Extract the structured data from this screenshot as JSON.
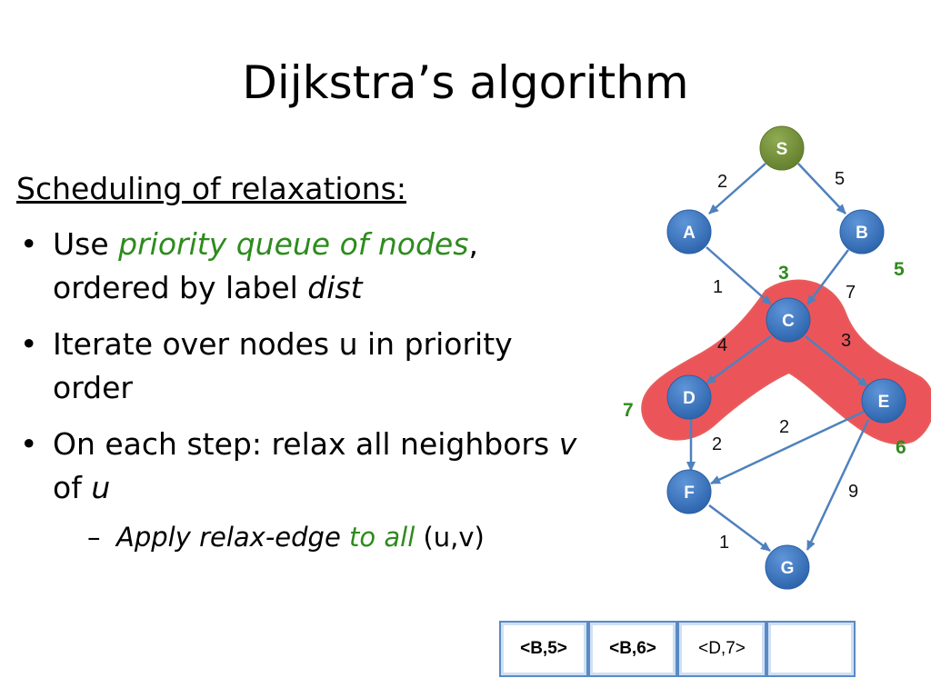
{
  "title": "Dijkstra’s algorithm",
  "heading": "Scheduling of relaxations:",
  "bullets": {
    "b1_prefix": "Use ",
    "b1_green": "priority queue of nodes",
    "b1_comma": ",",
    "b1_line2": "ordered by label ",
    "b1_dist": "dist",
    "b2": "Iterate over nodes u in priority order",
    "b3_prefix": "On each step: relax all neighbors ",
    "b3_v": "v",
    "b3_of": " of ",
    "b3_u": "u",
    "sub_ital": "Apply relax-edge ",
    "sub_green": "to all",
    "sub_end": " (u,v)"
  },
  "graph": {
    "nodes": [
      "S",
      "A",
      "B",
      "C",
      "D",
      "E",
      "F",
      "G"
    ],
    "node_colors": {
      "S": "#76933c",
      "default": "#3b73bd",
      "highlight": "#e8373c"
    },
    "edges": [
      {
        "from": "S",
        "to": "A",
        "weight": "2"
      },
      {
        "from": "S",
        "to": "B",
        "weight": "5"
      },
      {
        "from": "A",
        "to": "C",
        "weight": "1"
      },
      {
        "from": "B",
        "to": "C",
        "weight": "7"
      },
      {
        "from": "C",
        "to": "D",
        "weight": "4"
      },
      {
        "from": "C",
        "to": "E",
        "weight": "3"
      },
      {
        "from": "D",
        "to": "F",
        "weight": "2"
      },
      {
        "from": "E",
        "to": "F",
        "weight": "2"
      },
      {
        "from": "E",
        "to": "G",
        "weight": "9"
      },
      {
        "from": "F",
        "to": "G",
        "weight": "1"
      }
    ],
    "distances": {
      "C": "3",
      "B": "5",
      "D": "7",
      "E": "6"
    }
  },
  "queue": [
    "<B,5>",
    "<B,6>",
    "<D,7>",
    ""
  ]
}
